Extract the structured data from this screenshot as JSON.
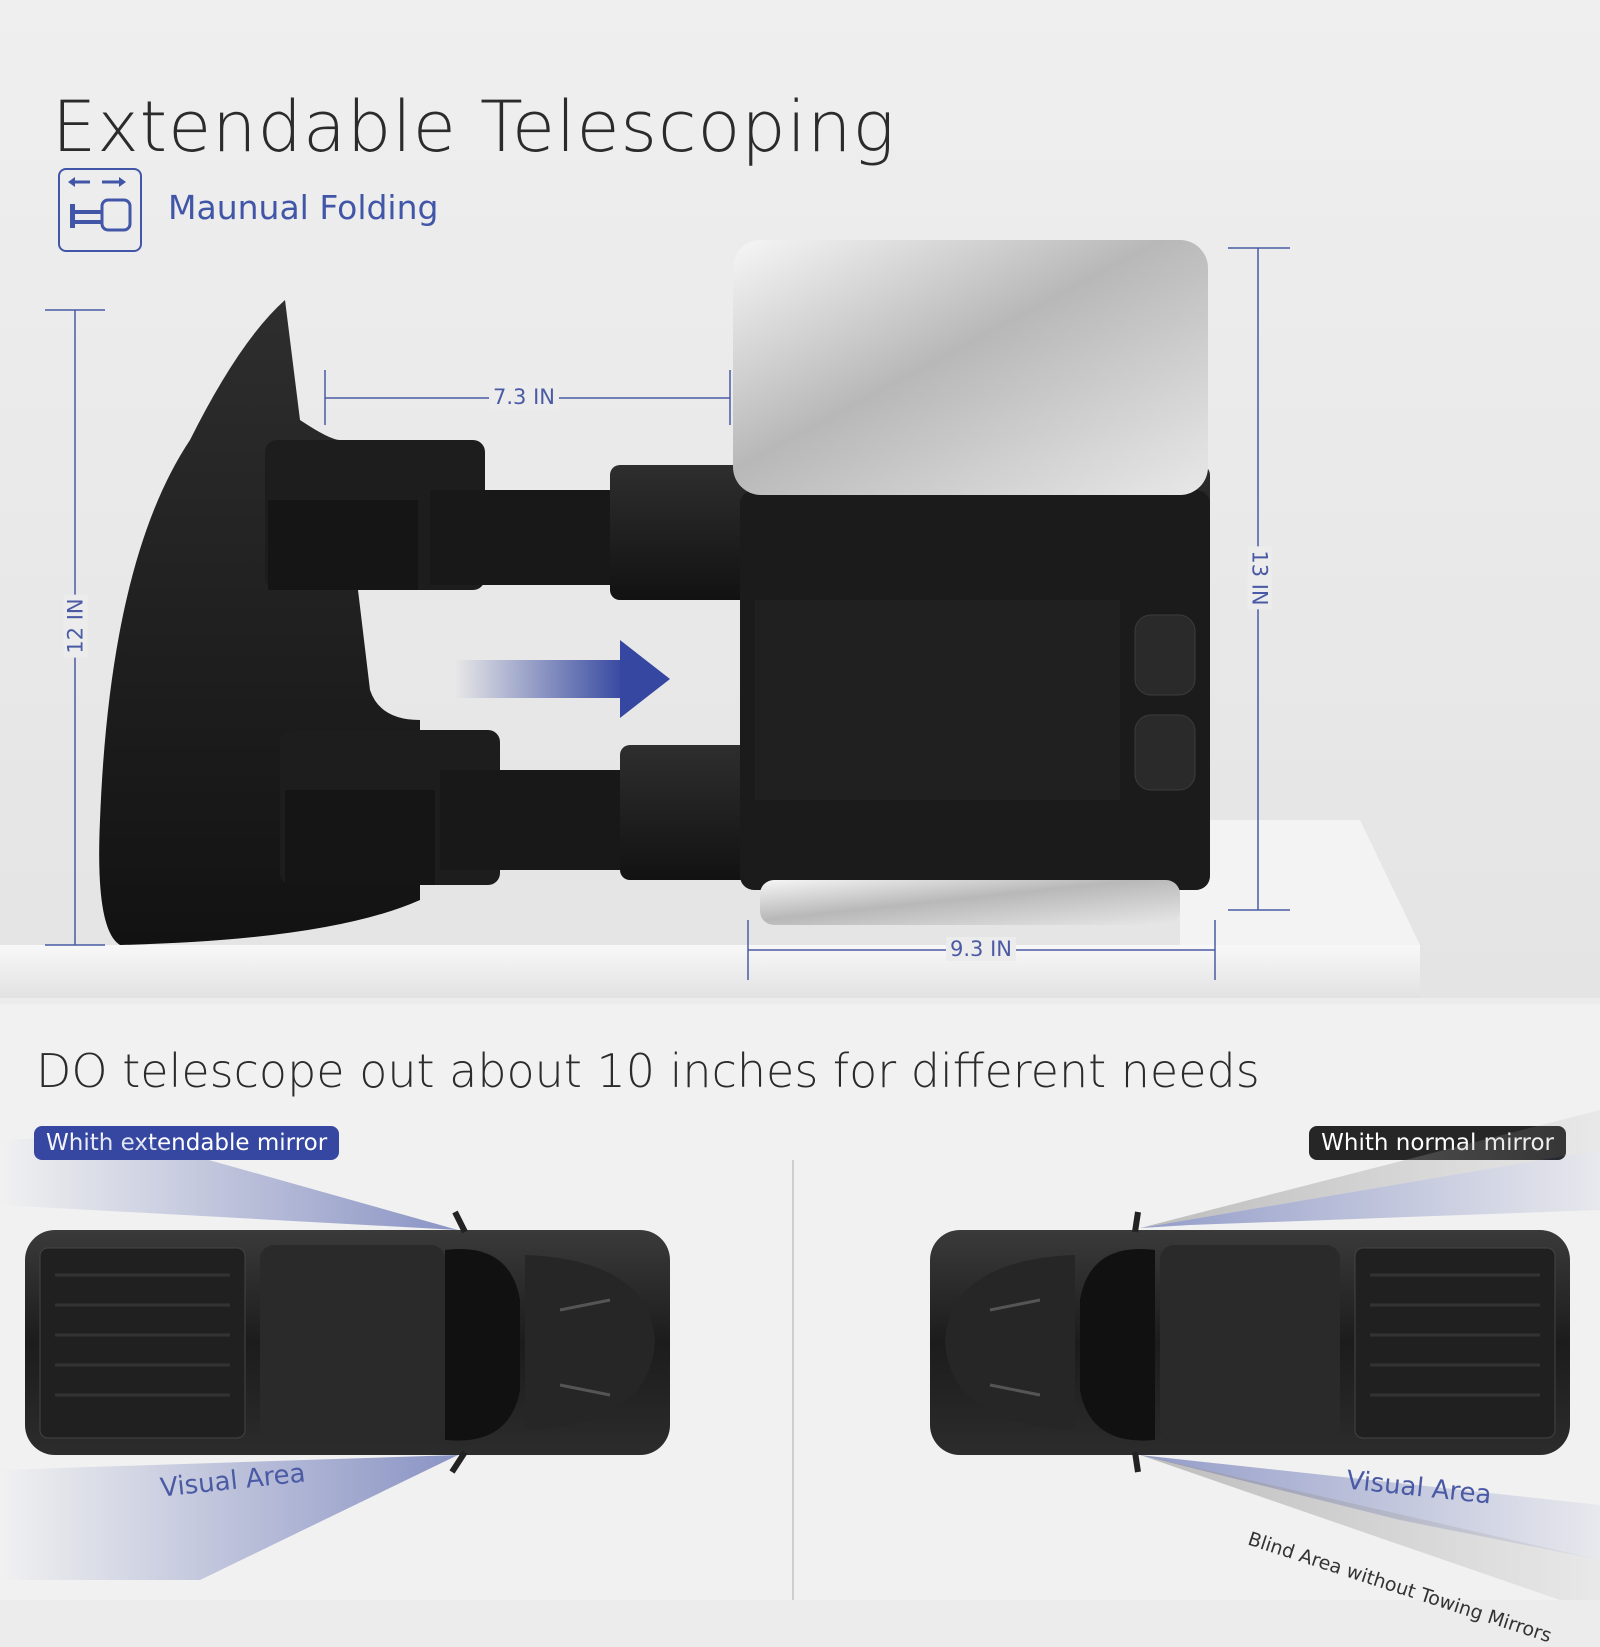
{
  "header": {
    "title": "Extendable Telescoping",
    "feature_label": "Maunual Folding",
    "feature_icon": "telescoping-mirror-icon"
  },
  "dimensions": {
    "arm_length": "7.3 IN",
    "base_height": "12 IN",
    "head_height": "13 IN",
    "head_width": "9.3 IN"
  },
  "comparison": {
    "subtitle": "DO telescope out about 10 inches for different needs",
    "left_badge": "Whith extendable mirror",
    "right_badge": "Whith normal mirror",
    "left_visual_area": "Visual Area",
    "right_visual_area": "Visual Area",
    "blind_area": "Blind Area without Towing Mirrors"
  },
  "colors": {
    "accent": "#3547a0",
    "dark": "#262626",
    "text": "#2b2b2b"
  }
}
